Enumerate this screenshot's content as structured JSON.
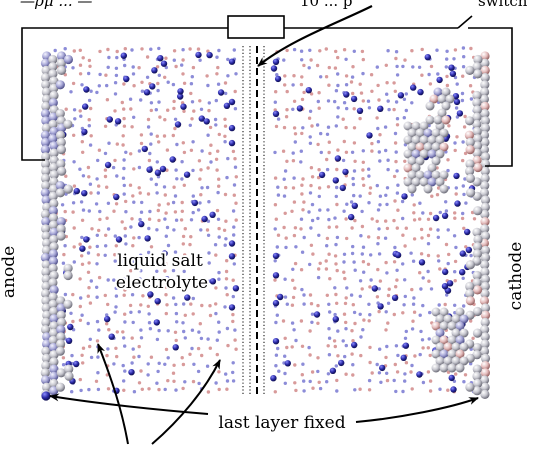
{
  "labels": {
    "top_left_fragment": "—ρμ ... —",
    "top_mid_fragment": "10 ... p",
    "top_right_fragment": "switch",
    "anode": "anode",
    "cathode": "cathode",
    "electrolyte_line1": "liquid salt",
    "electrolyte_line2": "electrolyte",
    "fixed_layer": "last layer fixed"
  },
  "colors": {
    "wire": "#000000",
    "electrode_sphere": "#c9c9d2",
    "cation": "#2a2aa0",
    "small_blue": "#8c8cd8",
    "small_red": "#d89a9a"
  }
}
